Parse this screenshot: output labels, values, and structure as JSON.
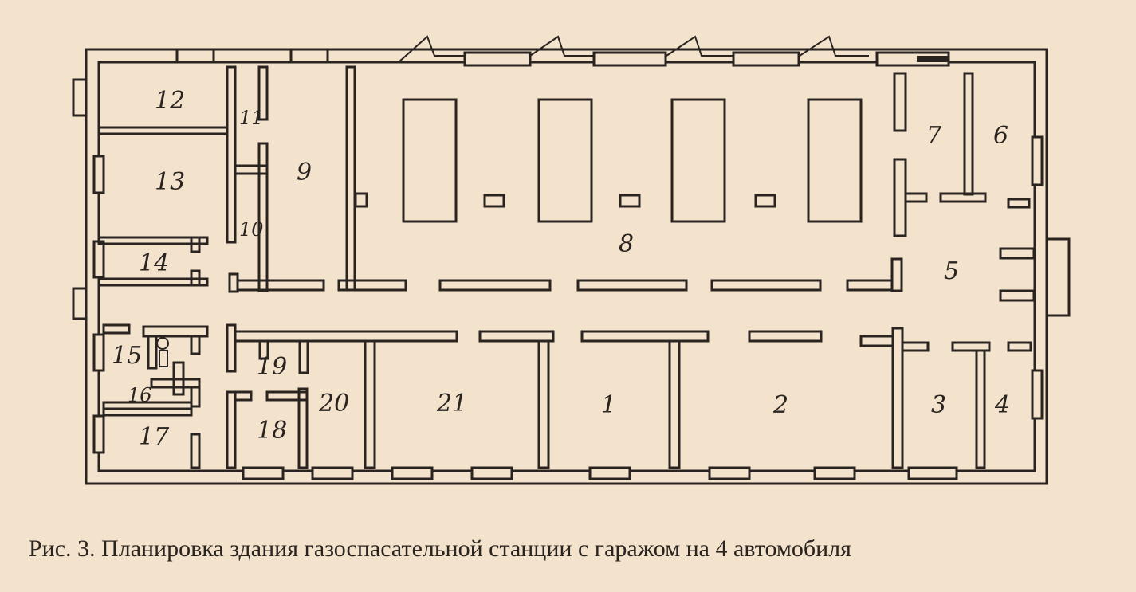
{
  "caption": "Рис. 3. Планировка здания газоспасательной станции с гаражом на 4 автомобиля",
  "rooms": [
    "1",
    "2",
    "3",
    "4",
    "5",
    "6",
    "7",
    "8",
    "9",
    "10",
    "11",
    "12",
    "13",
    "14",
    "15",
    "16",
    "17",
    "18",
    "19",
    "20",
    "21"
  ],
  "colors": {
    "paper": "#f3e2cc",
    "ink": "#2a2420"
  }
}
